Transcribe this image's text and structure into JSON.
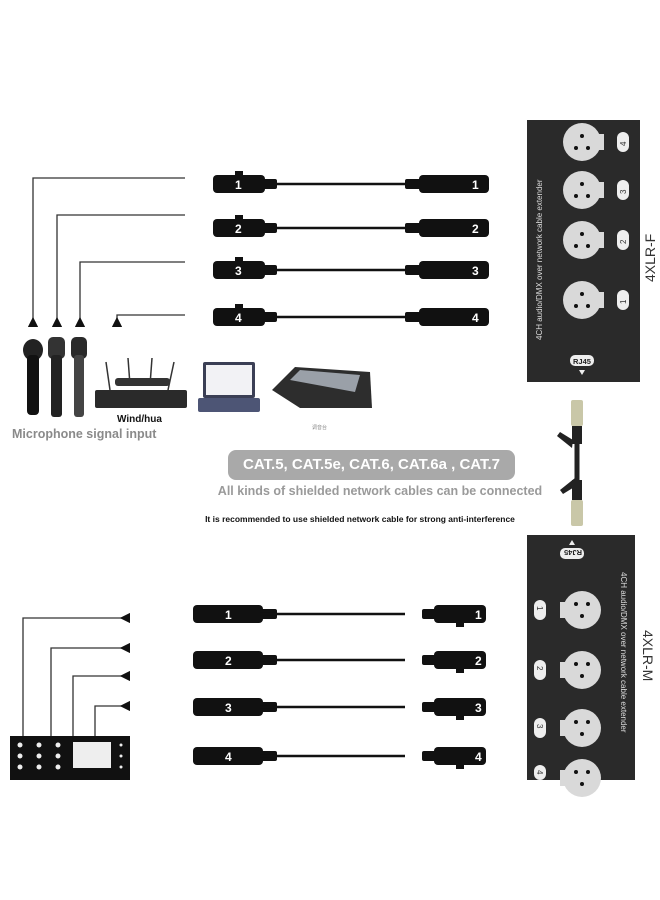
{
  "top": {
    "panel_model": "4XLR-F",
    "panel_text": "4CH audio/DMX over network cable extender",
    "rj45_label": "RJ45",
    "channels": [
      "1",
      "2",
      "3",
      "4"
    ],
    "input_label": "Microphone signal input",
    "receiver_label": "Wind/hua",
    "mixer_caption": "调音台"
  },
  "middle": {
    "cable_types": "CAT.5,  CAT.5e,  CAT.6,  CAT.6a , CAT.7",
    "cable_note": "All kinds of shielded network cables can be connected",
    "recommendation": "It is recommended to use shielded network cable for strong anti-interference"
  },
  "bottom": {
    "panel_model": "4XLR-M",
    "panel_text": "4CH audio/DMX over network cable extender",
    "rj45_label": "RJ45",
    "channels": [
      "1",
      "2",
      "3",
      "4"
    ]
  },
  "colors": {
    "panel": "#2a2a2a",
    "connector": "#111111",
    "socket": "#d9d9d9",
    "pill": "#a9a9a9"
  }
}
